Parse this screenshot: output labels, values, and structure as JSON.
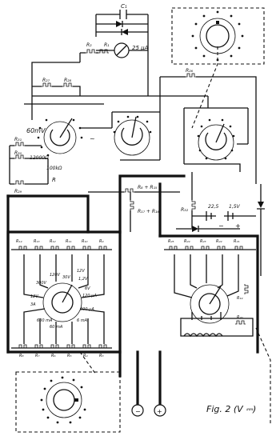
{
  "figure": {
    "caption": "Fig. 2 (V ⎓)"
  },
  "top": {
    "capacitor": "C₁",
    "meter": "25 µA",
    "r1": "R₁",
    "r2": "R₂",
    "r26": "R₂₆",
    "r27": "R₂₇",
    "r28": "R₂₈"
  },
  "left_switch": {
    "label_60mv": "60mV",
    "label_12000": "12000Ω",
    "label_100k": "100kΩ",
    "label_r": "R",
    "r29": "R₂₉",
    "r30": "R₃₀",
    "r31": "R₃₁",
    "tilde": "~"
  },
  "middle": {
    "r8_r15": "R₈ + R₁₅",
    "r17_r16": "R₁₇ + R₁₆",
    "r32": "R₃₂",
    "battery1": "22,5",
    "battery2": "1,5V",
    "minus": "−",
    "plus": "+"
  },
  "lower_left": {
    "top_resistors": [
      "R₁₄",
      "R₁₃",
      "R₁₂",
      "R₁₁",
      "R₁₀",
      "R₉"
    ],
    "bottom_resistors": [
      "R₈",
      "R₇",
      "R₆",
      "R₅",
      "R₄",
      "R₃"
    ],
    "range_labels": [
      "300V",
      "120V",
      "30V",
      "1,2V",
      "12V",
      "6V",
      "120 µA",
      "3A",
      "600 mA",
      "60 mA",
      "6 mA",
      "600 µA",
      "12V"
    ]
  },
  "lower_right": {
    "top_resistors": [
      "R₂₅",
      "R₂₄",
      "R₂₃",
      "R₂₂",
      "R₂₁"
    ],
    "r19": "R₁₉",
    "r20": "R₂₀"
  },
  "terminals": {
    "negative": "−",
    "positive": "+"
  }
}
